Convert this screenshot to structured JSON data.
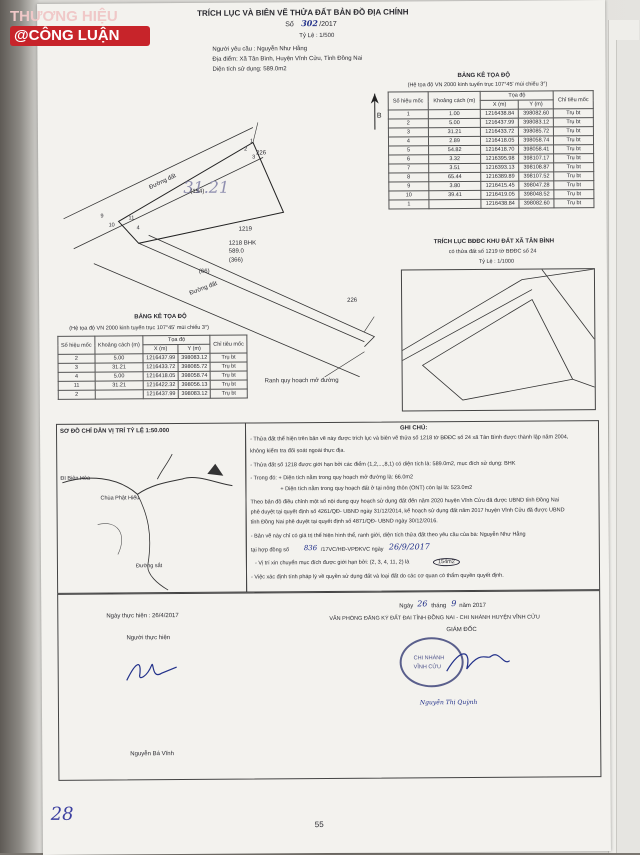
{
  "watermark": {
    "line1": "THƯƠNG HIỆU",
    "line2": "@CÔNG LUẬN"
  },
  "header": {
    "title": "TRÍCH LỤC VÀ BIÊN VẼ THỬA ĐẤT BẢN ĐỒ ĐỊA CHÍNH",
    "so_label": "Số",
    "so_value": "302",
    "year": "/2017",
    "scale": "Tỷ Lệ : 1/500",
    "requester": "Người yêu cầu : Nguyễn Như Hằng",
    "location": "Địa điểm: Xã Tân Bình, Huyện Vĩnh Cửu, Tỉnh Đồng Nai",
    "area": "Diện tích sử dụng: 589.0m2"
  },
  "coord_table_right": {
    "title": "BẢNG KÊ TỌA ĐỘ",
    "subtitle": "(Hệ tọa độ VN 2000 kinh tuyến trục 107°45' múi chiếu 3°)",
    "headers": [
      "Số hiệu mốc",
      "Khoảng cách (m)",
      "Tọa độ",
      "Chỉ tiêu mốc"
    ],
    "subheaders": [
      "X (m)",
      "Y (m)"
    ],
    "rows": [
      [
        "1",
        "1.00",
        "1216438.84",
        "398082.60",
        "Trụ bt"
      ],
      [
        "2",
        "5.00",
        "1216437.99",
        "398083.12",
        "Trụ bt"
      ],
      [
        "3",
        "31.21",
        "1216433.72",
        "398085.72",
        "Trụ bt"
      ],
      [
        "4",
        "2.89",
        "1216418.05",
        "398058.74",
        "Trụ bt"
      ],
      [
        "5",
        "54.82",
        "1216418.70",
        "398058.41",
        "Trụ bt"
      ],
      [
        "6",
        "3.32",
        "1216395.98",
        "398107.17",
        "Trụ bt"
      ],
      [
        "7",
        "3.51",
        "1216393.13",
        "398108.87",
        "Trụ bt"
      ],
      [
        "8",
        "65.44",
        "1216389.89",
        "398107.52",
        "Trụ bt"
      ],
      [
        "9",
        "3.80",
        "1216415.45",
        "398047.28",
        "Trụ bt"
      ],
      [
        "10",
        "39.41",
        "1216419.05",
        "398048.52",
        "Trụ bt"
      ],
      [
        "1",
        "",
        "1216438.84",
        "398082.60",
        "Trụ bt"
      ]
    ]
  },
  "coord_table_left": {
    "title": "BẢNG KÊ TỌA ĐỘ",
    "subtitle": "(Hệ tọa độ VN 2000 kinh tuyến trục 107°45' múi chiếu 3°)",
    "headers": [
      "Số hiệu mốc",
      "Khoảng cách (m)",
      "Tọa độ",
      "Chỉ tiêu mốc"
    ],
    "subheaders": [
      "X (m)",
      "Y (m)"
    ],
    "rows": [
      [
        "2",
        "5.00",
        "1216437.99",
        "398083.12",
        "Trụ bt"
      ],
      [
        "3",
        "31.21",
        "1216433.72",
        "398085.72",
        "Trụ bt"
      ],
      [
        "4",
        "5.00",
        "1216418.05",
        "398058.74",
        "Trụ bt"
      ],
      [
        "11",
        "31.21",
        "1216422.32",
        "398056.13",
        "Trụ bt"
      ],
      [
        "2",
        "",
        "1216437.99",
        "398083.12",
        "Trụ bt"
      ]
    ]
  },
  "plot": {
    "road_top": "Đường đất",
    "road_bottom": "Đường đất",
    "parcel": "1219",
    "parcel_bhk": "1218 BHK",
    "parcel_area": "589.0",
    "plan": "(366)",
    "side": "(154)",
    "side2": "(66)",
    "n226a": "226",
    "n226b": "226",
    "note": "Ranh quy hoạch mở đường",
    "pts": [
      "10",
      "11",
      "1",
      "2",
      "9",
      "3",
      "4"
    ]
  },
  "extract": {
    "title": "TRÍCH LỤC BĐĐC KHU ĐẤT XÃ TÂN BÌNH",
    "sub": "có thửa đất số 1219 tờ BĐĐC số 24",
    "scale": "Tỷ Lệ : 1/1000"
  },
  "location_map": {
    "title": "SƠ ĐỒ CHỈ DẪN VỊ TRÍ TỶ LỆ 1:50.000",
    "l1": "ĐI Biên Hòa",
    "l2": "Chùa Phật Hiếu",
    "l3": "Đường sắt"
  },
  "notes": {
    "title": "GHI CHÚ:",
    "lines": [
      "- Thửa đất thể hiện trên bản vẽ này được trích lục và biên vẽ thửa số 1218 tờ BĐĐC số 24 xã Tân Bình được thành lập năm 2004,",
      "không kiểm tra đối soát ngoài thực địa.",
      "- Thửa đất số 1218 được giới hạn bởi các điểm (1,2,...,8,1) có diện tích là: 589.0m2, mục đích sử dụng: BHK",
      "- Trong đó: + Diện tích nằm trong quy hoạch mở đường là: 66.0m2",
      "+ Diện tích nằm trong quy hoạch đất ở tại nông thôn (ONT) còn lại là: 523.0m2",
      "Theo bản đồ điều chỉnh một số nội dung quy hoạch sử dụng đất đến năm 2020 huyện Vĩnh Cửu đã được UBND tỉnh Đồng Nai",
      "phê duyệt tại quyết định số 4261/QĐ- UBND ngày 31/12/2014, kế hoạch sử dụng đất năm 2017 huyện Vĩnh Cửu đã được UBND",
      "tỉnh Đồng Nai phê duyệt tại quyết định số 4871/QĐ- UBND ngày 30/12/2016.",
      "- Bản vẽ này chỉ có giá trị thể hiện hình thể, ranh giới, diện tích thửa đất theo yêu cầu của bà: Nguyễn Như Hằng",
      "tại hợp đồng số",
      "- Vị trí xin chuyển mục đích được giới hạn bởi: (2, 3, 4, 11, 2) là",
      "- Việc xác định tính pháp lý về quyền sử dụng đất và loại đất do các cơ quan có thẩm quyền quyết định."
    ],
    "contract_no": "836",
    "contract_code": "/17VC/HĐ-VPĐKVC ngày",
    "contract_date": "26/9/2017",
    "area_circled": "154m2"
  },
  "sign_left": {
    "date": "Ngày thực hiện : 26/4/2017",
    "role": "Người thực hiện",
    "name": "Nguyễn Bá Vĩnh"
  },
  "sign_right": {
    "date_prefix": "Ngày",
    "day": "26",
    "month_label": "tháng",
    "month": "9",
    "year": "năm 2017",
    "office": "VĂN PHÒNG ĐĂNG KÝ ĐẤT ĐAI TỈNH ĐỒNG NAI - CHI NHÁNH HUYỆN VĨNH CỬU",
    "director": "GIÁM ĐỐC",
    "stamp1": "CHI NHÁNH",
    "stamp2": "VĨNH CỬU",
    "name": "Nguyễn Thị Quỳnh"
  },
  "page_mark": "28",
  "page_number": "55"
}
